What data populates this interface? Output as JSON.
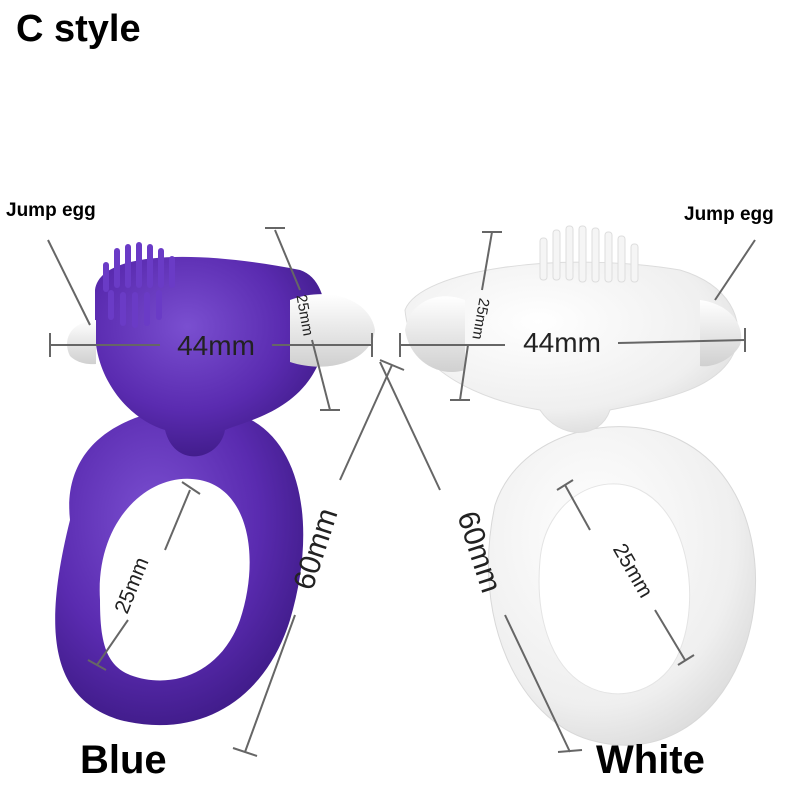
{
  "title": "C style",
  "callouts": {
    "left": "Jump egg",
    "right": "Jump egg"
  },
  "variants": [
    {
      "name": "Blue",
      "color": "#5a2bb0"
    },
    {
      "name": "White",
      "color": "#f2f2f2"
    }
  ],
  "dimensions": {
    "egg_length": "44mm",
    "egg_diameter": "25mm",
    "total_length": "60mm",
    "ring_inner": "25mm"
  },
  "colors": {
    "dimension_line": "#666666",
    "egg": "#e6e6e6"
  }
}
